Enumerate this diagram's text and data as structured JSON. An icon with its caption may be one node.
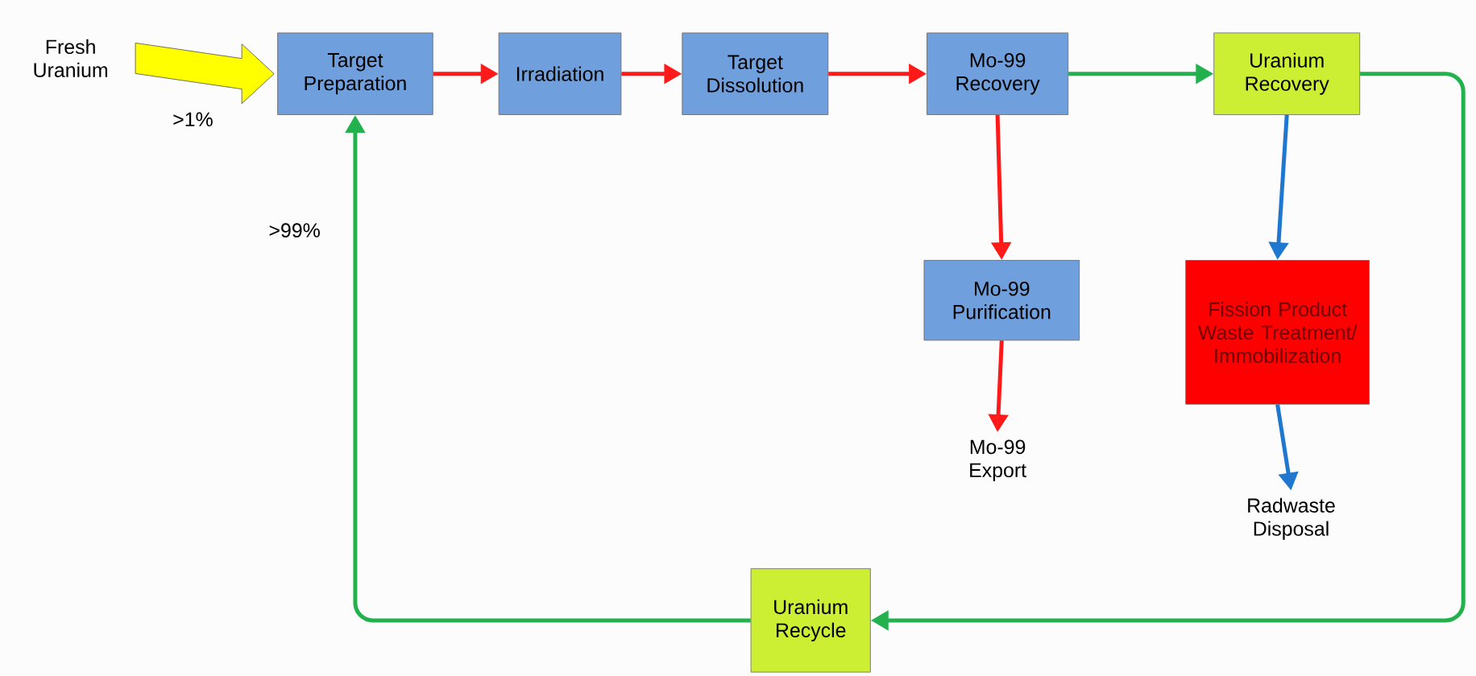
{
  "diagram": {
    "nodes": [
      {
        "text": [
          "Fresh Uranium"
        ]
      },
      {
        "text": [
          "Target Preparation"
        ]
      },
      {
        "text": [
          "Irradiation"
        ]
      },
      {
        "text": [
          "Target Dissolution"
        ]
      },
      {
        "text": [
          "Mo-99 Recovery"
        ]
      },
      {
        "text": [
          "Uranium Recovery"
        ]
      },
      {
        "text": [
          "Mo-99 Purification"
        ]
      },
      {
        "text": [
          "Mo-99 Export"
        ]
      },
      {
        "text": [
          "Fission Product Waste Treatment/ Immobilization"
        ]
      },
      {
        "text": [
          "Radwaste Disposal"
        ]
      },
      {
        "text": [
          "Uranium Recycle"
        ]
      }
    ],
    "edges": [
      {
        "from": 0,
        "to": 1,
        "arrow": "to",
        "style": "thick",
        "color": "#ffff00"
      },
      {
        "from": 1,
        "to": 2,
        "arrow": "to"
      },
      {
        "from": 2,
        "to": 3,
        "arrow": "to"
      },
      {
        "from": 3,
        "to": 4,
        "arrow": "to"
      },
      {
        "from": 4,
        "to": 5,
        "arrow": "to",
        "color": "#22b14c"
      },
      {
        "from": 4,
        "to": 6,
        "arrow": "to"
      },
      {
        "from": 6,
        "to": 7,
        "arrow": "to"
      },
      {
        "from": 5,
        "to": 8,
        "arrow": "to",
        "color": "#1f77d0"
      },
      {
        "from": 8,
        "to": 9,
        "arrow": "to",
        "color": "#1f77d0"
      },
      {
        "from": 5,
        "to": 10,
        "arrow": "to",
        "color": "#22b14c"
      },
      {
        "from": 10,
        "to": 1,
        "arrow": "to",
        "color": "#22b14c"
      }
    ],
    "labels": [
      ">1%",
      ">99%"
    ]
  }
}
